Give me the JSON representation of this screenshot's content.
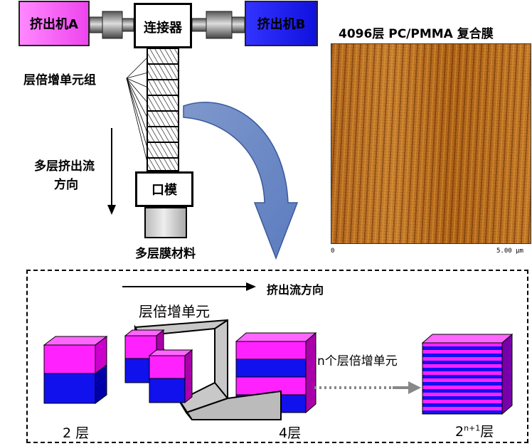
{
  "top": {
    "extruder_a": "挤出机A",
    "extruder_b": "挤出机B",
    "connector": "连接器",
    "multiplier_group": "层倍增单元组",
    "flow_direction_line1": "多层挤出流",
    "flow_direction_line2": "方向",
    "die": "口模",
    "product": "多层膜材料"
  },
  "afm": {
    "title": "4096层 PC/PMMA 复合膜",
    "x_start": "0",
    "x_end": "5.00 μm"
  },
  "bottom": {
    "flow_direction": "挤出流方向",
    "multiplier_unit": "层倍增单元",
    "n_units": "n个层倍增单元",
    "label_2": "2 层",
    "label_4": "4层",
    "label_final_base": "2",
    "label_final_exp": "n+1",
    "label_final_unit": "层"
  },
  "colors": {
    "magenta": "#ff22ff",
    "blue": "#1111ee",
    "extruder_a_fill": "#ee55ee",
    "extruder_b_fill": "#2222ee"
  }
}
